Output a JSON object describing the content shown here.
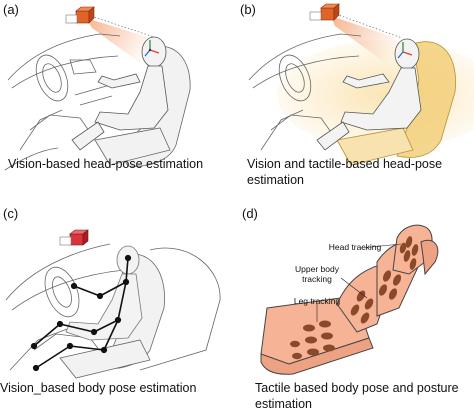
{
  "panels": [
    {
      "label": "(a)",
      "caption": "Vision-based head-pose estimation"
    },
    {
      "label": "(b)",
      "caption": "Vision and tactile-based head-pose estimation"
    },
    {
      "label": "(c)",
      "caption": "Vision_based body pose estimation"
    },
    {
      "label": "(d)",
      "caption": "Tactile based body pose and posture estimation"
    }
  ],
  "seat_labels": {
    "head": "Head tracking",
    "upper": "Upper body tracking",
    "leg": "Leg tracking"
  },
  "colors": {
    "camera": "#e0642a",
    "camera_c": "#d9333b",
    "vision_beam": "#f6b089",
    "tactile_glow": "#f2cf7a",
    "seat_skin": "#f7b396",
    "sensor_pad": "#8a4a2a",
    "axis_x": "#e53935",
    "axis_y": "#2e7d32",
    "axis_z": "#1e63d6",
    "line": "#555555",
    "fill": "#f2f2f2"
  }
}
